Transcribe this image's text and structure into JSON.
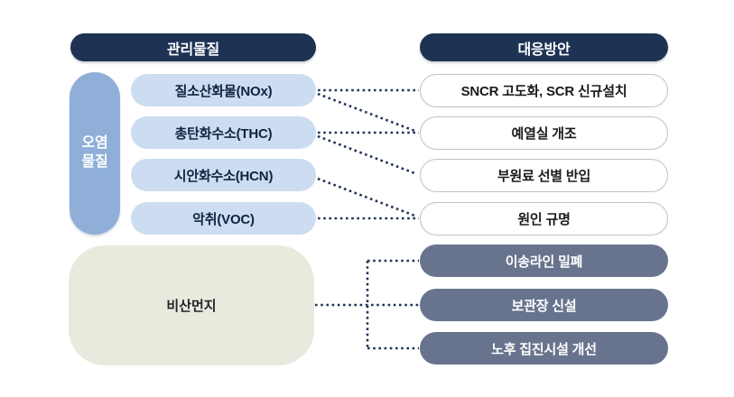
{
  "colors": {
    "navy_header": "#1e3354",
    "group_blue": "#8fafd8",
    "pollutant_light_blue": "#ccdcf1",
    "dust_beige": "#eae9dd",
    "measure_slate": "#68748d",
    "white_pill_border": "#c2c2c2",
    "connector_dotted": "#223457"
  },
  "headers": {
    "left": "관리물질",
    "right": "대응방안"
  },
  "group": {
    "line1": "오염",
    "line2": "물질"
  },
  "pollutants": [
    "질소산화물(NOx)",
    "총탄화수소(THC)",
    "시안화수소(HCN)",
    "악취(VOC)"
  ],
  "dust": "비산먼지",
  "measures": {
    "white": [
      "SNCR 고도화, SCR 신규설치",
      "예열실 개조",
      "부원료 선별 반입",
      "원인 규명"
    ],
    "gray": [
      "이송라인 밀폐",
      "보관장 신설",
      "노후 집진시설 개선"
    ]
  },
  "connections": [
    {
      "from": "질소산화물(NOx)",
      "to": "SNCR 고도화, SCR 신규설치"
    },
    {
      "from": "질소산화물(NOx)",
      "to": "예열실 개조"
    },
    {
      "from": "총탄화수소(THC)",
      "to": "예열실 개조"
    },
    {
      "from": "총탄화수소(THC)",
      "to": "부원료 선별 반입"
    },
    {
      "from": "시안화수소(HCN)",
      "to": "원인 규명"
    },
    {
      "from": "악취(VOC)",
      "to": "원인 규명"
    },
    {
      "from": "비산먼지",
      "to": "이송라인 밀폐"
    },
    {
      "from": "비산먼지",
      "to": "보관장 신설"
    },
    {
      "from": "비산먼지",
      "to": "노후 집진시설 개선"
    }
  ]
}
